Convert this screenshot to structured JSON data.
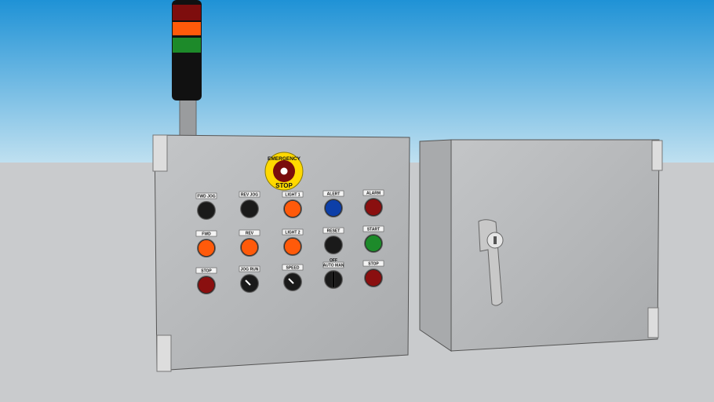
{
  "colors": {
    "sky_top": "#1f92d6",
    "sky_bottom": "#bfe0f0",
    "ground": "#c9cbcd",
    "panel": "#b9bbbd",
    "red": "#8a0f0f",
    "orange": "#ff5a0a",
    "blue": "#0d3fa8",
    "green": "#1d8a2a",
    "black": "#1a1a1a"
  },
  "emergency_stop": {
    "top_text": "EMERGENCY",
    "bottom_text": "STOP"
  },
  "buttons": [
    {
      "label": "FWD JOG",
      "color": "black",
      "type": "pushbutton"
    },
    {
      "label": "REV JOG",
      "color": "black",
      "type": "pushbutton"
    },
    {
      "label": "LIGHT 1",
      "color": "orange",
      "type": "pilot-light"
    },
    {
      "label": "ALERT",
      "color": "blue",
      "type": "pilot-light"
    },
    {
      "label": "ALARM",
      "color": "red",
      "type": "pilot-light"
    },
    {
      "label": "FWD",
      "color": "orange",
      "type": "pushbutton"
    },
    {
      "label": "REV",
      "color": "orange",
      "type": "pushbutton"
    },
    {
      "label": "LIGHT 2",
      "color": "orange",
      "type": "pilot-light"
    },
    {
      "label": "RESET",
      "color": "black",
      "type": "pushbutton"
    },
    {
      "label": "START",
      "color": "green",
      "type": "pushbutton"
    },
    {
      "label": "STOP",
      "color": "red",
      "type": "pushbutton"
    },
    {
      "label": "JOG    RUN",
      "color": "black",
      "type": "selector"
    },
    {
      "label": "SPEED",
      "color": "black",
      "type": "selector"
    },
    {
      "label": "AUTO   MAN",
      "sub": "OFF",
      "color": "black",
      "type": "selector"
    },
    {
      "label": "STOP",
      "color": "red",
      "type": "pushbutton"
    }
  ],
  "stack_light": [
    "red",
    "orange",
    "green"
  ]
}
